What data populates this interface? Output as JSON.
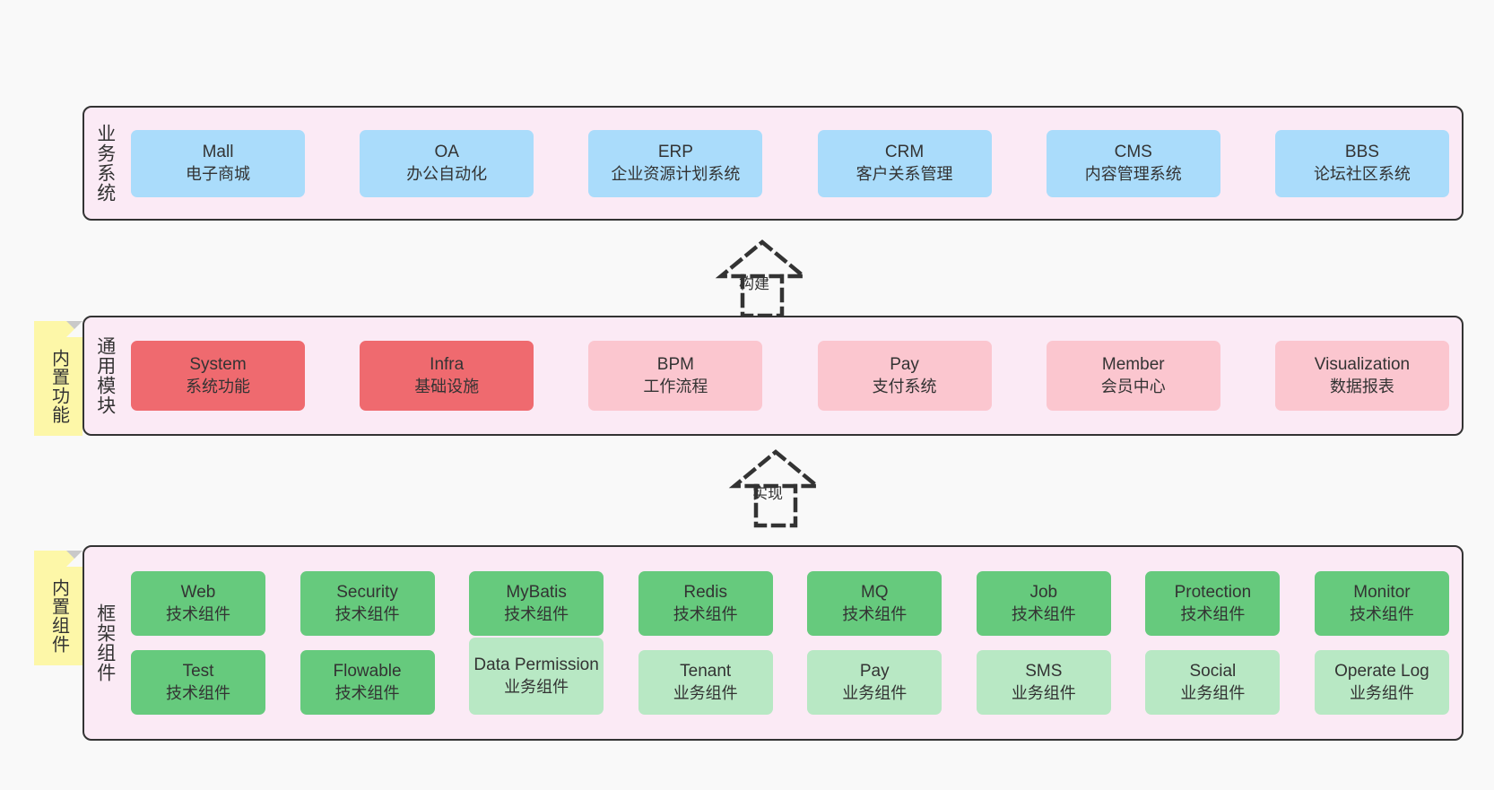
{
  "layers": [
    {
      "key": "business",
      "title": "业务系统",
      "nodes": [
        {
          "name": "Mall",
          "desc": "电子商城"
        },
        {
          "name": "OA",
          "desc": "办公自动化"
        },
        {
          "name": "ERP",
          "desc": "企业资源计划系统"
        },
        {
          "name": "CRM",
          "desc": "客户关系管理"
        },
        {
          "name": "CMS",
          "desc": "内容管理系统"
        },
        {
          "name": "BBS",
          "desc": "论坛社区系统"
        }
      ]
    },
    {
      "key": "module",
      "title": "通用模块",
      "sticky": "内置功能",
      "nodes": [
        {
          "name": "System",
          "desc": "系统功能",
          "style": "solid"
        },
        {
          "name": "Infra",
          "desc": "基础设施",
          "style": "solid"
        },
        {
          "name": "BPM",
          "desc": "工作流程",
          "style": "soft"
        },
        {
          "name": "Pay",
          "desc": "支付系统",
          "style": "soft"
        },
        {
          "name": "Member",
          "desc": "会员中心",
          "style": "soft"
        },
        {
          "name": "Visualization",
          "desc": "数据报表",
          "style": "soft"
        }
      ]
    },
    {
      "key": "framework",
      "title": "框架组件",
      "sticky": "内置组件",
      "rows": [
        [
          {
            "name": "Web",
            "desc": "技术组件",
            "style": "tech"
          },
          {
            "name": "Security",
            "desc": "技术组件",
            "style": "tech"
          },
          {
            "name": "MyBatis",
            "desc": "技术组件",
            "style": "tech"
          },
          {
            "name": "Redis",
            "desc": "技术组件",
            "style": "tech"
          },
          {
            "name": "MQ",
            "desc": "技术组件",
            "style": "tech"
          },
          {
            "name": "Job",
            "desc": "技术组件",
            "style": "tech"
          },
          {
            "name": "Protection",
            "desc": "技术组件",
            "style": "tech"
          },
          {
            "name": "Monitor",
            "desc": "技术组件",
            "style": "tech"
          }
        ],
        [
          {
            "name": "Test",
            "desc": "技术组件",
            "style": "tech"
          },
          {
            "name": "Flowable",
            "desc": "技术组件",
            "style": "tech"
          },
          {
            "name": "Data Permission",
            "desc": "业务组件",
            "style": "biz",
            "tall": true
          },
          {
            "name": "Tenant",
            "desc": "业务组件",
            "style": "biz"
          },
          {
            "name": "Pay",
            "desc": "业务组件",
            "style": "biz"
          },
          {
            "name": "SMS",
            "desc": "业务组件",
            "style": "biz"
          },
          {
            "name": "Social",
            "desc": "业务组件",
            "style": "biz"
          },
          {
            "name": "Operate Log",
            "desc": "业务组件",
            "style": "biz"
          }
        ]
      ]
    }
  ],
  "connectors": [
    {
      "key": "build",
      "label": "构建"
    },
    {
      "key": "implement",
      "label": "实现"
    }
  ],
  "colors": {
    "background": "#f9f9f9",
    "band_fill": "#fbeaf5",
    "band_border": "#333333",
    "business_node": "#aadcfb",
    "module_solid": "#ef6a6f",
    "module_soft": "#fbc6cf",
    "framework_tech": "#66ca7d",
    "framework_biz": "#b8e8c4",
    "sticky": "#fdf7a8",
    "text": "#333333"
  }
}
